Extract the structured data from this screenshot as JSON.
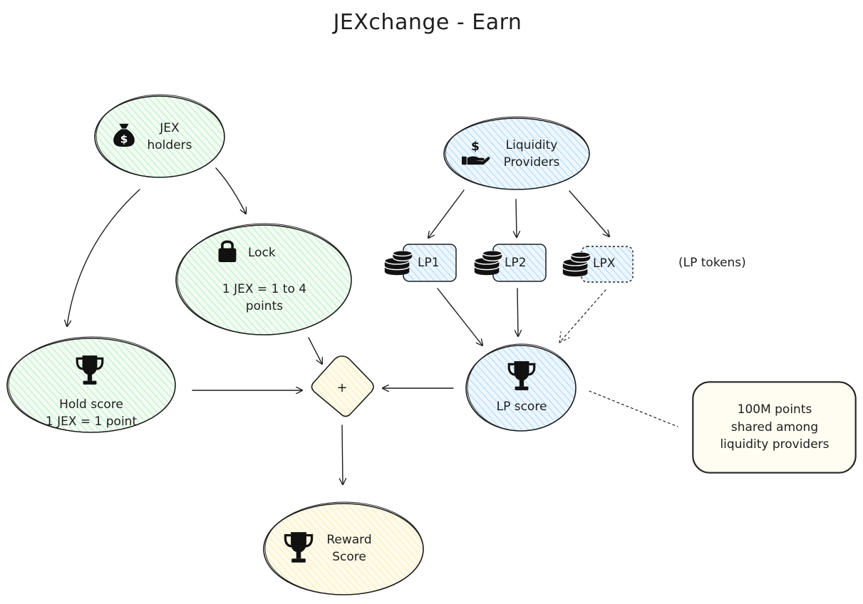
{
  "title": "JEXchange - Earn",
  "nodes": {
    "jex_holders": {
      "line1": "JEX",
      "line2": "holders"
    },
    "liquidity_providers": {
      "line1": "Liquidity",
      "line2": "Providers"
    },
    "lock": {
      "heading": "Lock",
      "line1": "1 JEX = 1 to 4",
      "line2": "points"
    },
    "hold_score": {
      "line1": "Hold score",
      "line2": "1 JEX = 1 point"
    },
    "lp_score": {
      "line1": "LP score"
    },
    "combine": {
      "symbol": "+"
    },
    "reward_score": {
      "line1": "Reward",
      "line2": "Score"
    },
    "lp1": {
      "label": "LP1"
    },
    "lp2": {
      "label": "LP2"
    },
    "lpx": {
      "label": "LPX"
    },
    "lp_tokens_note": {
      "text": "(LP tokens)"
    },
    "points_note": {
      "line1": "100M points",
      "line2": "shared among",
      "line3": "liquidity providers"
    }
  },
  "icons": {
    "jex_holders": "money-bag-icon",
    "liquidity_providers": "hand-dollar-icon",
    "lock": "lock-icon",
    "hold_score": "trophy-icon",
    "lp_score": "trophy-icon",
    "reward_score": "trophy-icon",
    "tokens": "coin-stack-icon"
  },
  "colors": {
    "green_fill": "#b2f2bb",
    "blue_fill": "#a5d8ff",
    "yellow_fill": "#ffec99",
    "stroke": "#1e1e1e"
  }
}
